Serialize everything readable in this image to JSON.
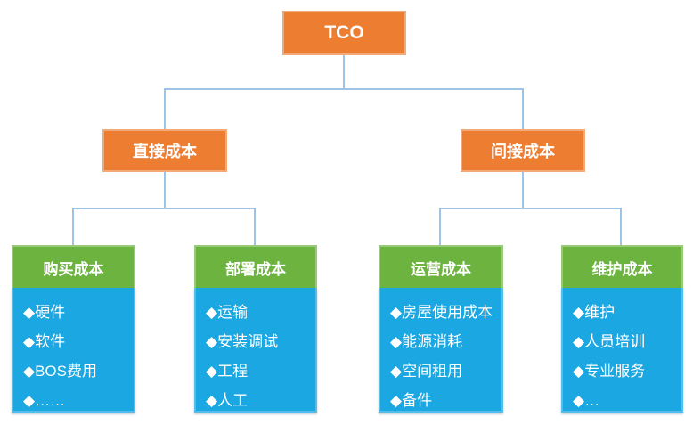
{
  "colors": {
    "orange": "#ED7D31",
    "green": "#6CB33F",
    "blue": "#1BA7E2",
    "connector": "#9DC3E6",
    "text": "#FFFFFF"
  },
  "tree": {
    "root": {
      "label": "TCO"
    },
    "branches": [
      {
        "label": "直接成本"
      },
      {
        "label": "间接成本"
      }
    ],
    "columns": [
      {
        "title": "购买成本",
        "items": [
          "◆硬件",
          "◆软件",
          "◆BOS费用",
          "◆……"
        ]
      },
      {
        "title": "部署成本",
        "items": [
          "◆运输",
          "◆安装调试",
          "◆工程",
          "◆人工"
        ]
      },
      {
        "title": "运营成本",
        "items": [
          "◆房屋使用成本",
          "◆能源消耗",
          "◆空间租用",
          "◆备件"
        ]
      },
      {
        "title": "维护成本",
        "items": [
          "◆维护",
          "◆人员培训",
          "◆专业服务",
          "◆…"
        ]
      }
    ]
  }
}
